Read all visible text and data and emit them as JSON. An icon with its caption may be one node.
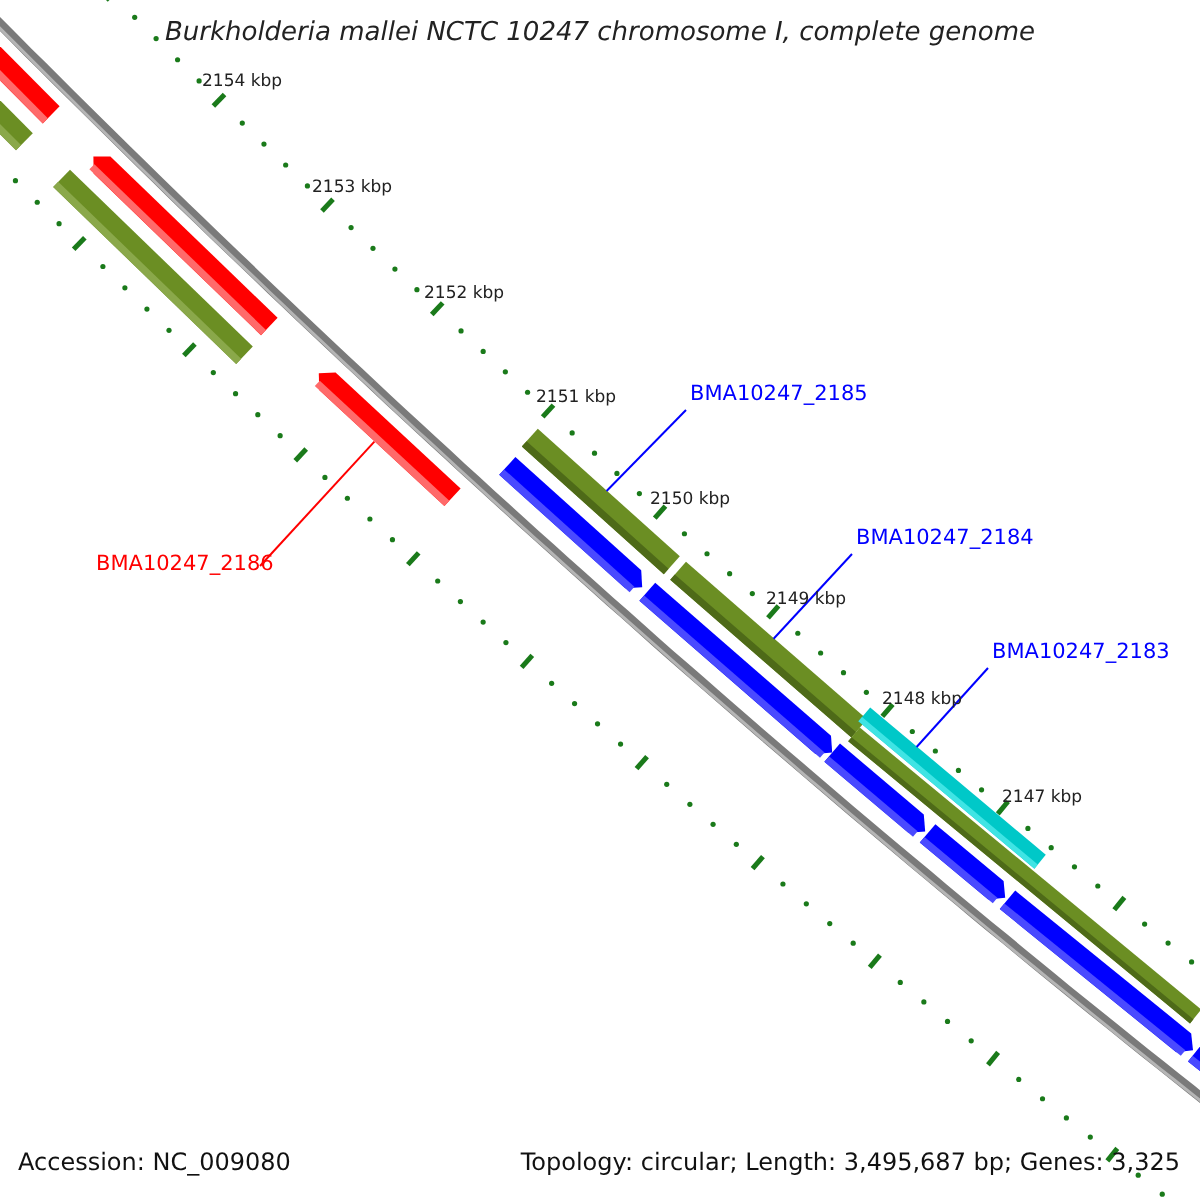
{
  "diagram": {
    "title": "Burkholderia mallei NCTC 10247 chromosome I, complete genome",
    "nodes": [
      {
        "text": [
          "BMA10247_2185"
        ]
      },
      {
        "text": [
          "BMA10247_2184"
        ]
      },
      {
        "text": [
          "BMA10247_2183"
        ]
      },
      {
        "text": [
          "BMA10247_2186"
        ]
      },
      {
        "text": [],
        "shape": "bar"
      },
      {
        "text": [],
        "shape": "bar"
      },
      {
        "text": [],
        "shape": "bar"
      },
      {
        "text": [],
        "shape": "bar"
      },
      {
        "text": [],
        "shape": "bar"
      },
      {
        "text": [],
        "shape": "bar"
      },
      {
        "text": [],
        "shape": "bar"
      },
      {
        "text": [],
        "shape": "bar"
      },
      {
        "text": [],
        "shape": "bar"
      },
      {
        "text": [],
        "shape": "bar"
      },
      {
        "text": [],
        "shape": "bar"
      },
      {
        "text": [],
        "shape": "bar"
      },
      {
        "text": [],
        "shape": "bar"
      },
      {
        "text": [],
        "shape": "bar"
      },
      {
        "text": [],
        "shape": "bar"
      }
    ],
    "edges": [
      {
        "from": 0,
        "to": 10,
        "arrow": "none"
      },
      {
        "from": 1,
        "to": 12,
        "arrow": "none"
      },
      {
        "from": 2,
        "to": 15,
        "arrow": "none"
      },
      {
        "from": 3,
        "to": 8,
        "arrow": "none",
        "color": "#ff0000"
      }
    ],
    "labels": [
      "2154 kbp",
      "2153 kbp",
      "2152 kbp",
      "2151 kbp",
      "2150 kbp",
      "2149 kbp",
      "2148 kbp",
      "2147 kbp",
      "Accession: NC_009080",
      "Topology: circular; Length: 3,495,687 bp; Genes: 3,325"
    ]
  }
}
